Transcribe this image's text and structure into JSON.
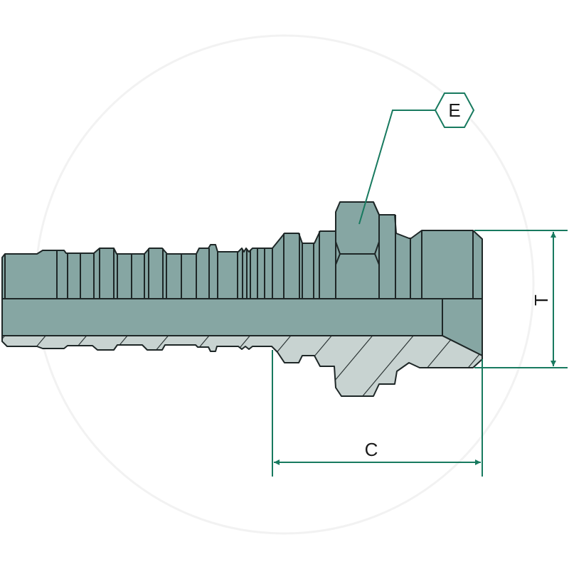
{
  "colors": {
    "body": "#86a6a3",
    "section": "#c8d3d1",
    "outline": "#1e2727",
    "dimension": "#187a5f"
  },
  "labels": {
    "e": "E",
    "t": "T",
    "c": "C"
  }
}
